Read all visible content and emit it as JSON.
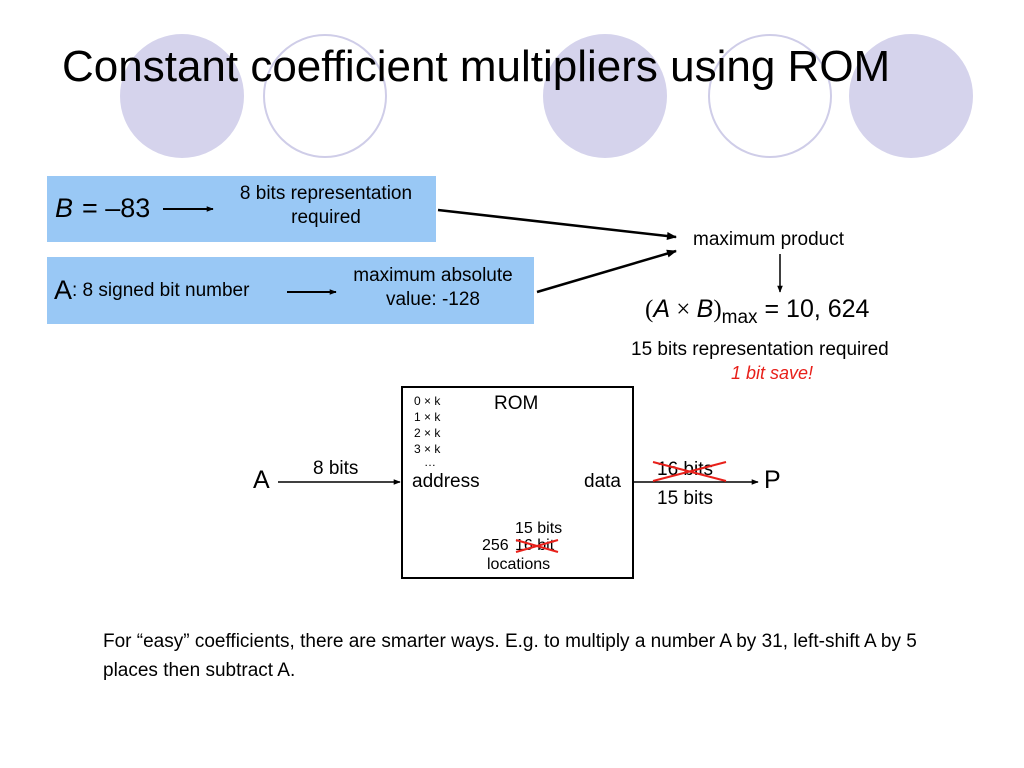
{
  "slide": {
    "title": "Constant coefficient multipliers using ROM",
    "footer": "For “easy” coefficients, there are smarter ways. E.g. to multiply a number A by 31, left-shift A by 5 places then subtract A."
  },
  "b_box": {
    "var": "B",
    "equals": "= –83",
    "note_line1": "8 bits representation",
    "note_line2": "required"
  },
  "a_box": {
    "var": "A",
    "desc": ": 8 signed bit number",
    "note_line1": "maximum absolute",
    "note_line2": "value: -128"
  },
  "product": {
    "label": "maximum product",
    "expr_open": "(",
    "expr_a": "A",
    "expr_times": " × ",
    "expr_b": "B",
    "expr_close": ")",
    "expr_sub": "max",
    "expr_value": " = 10, 624",
    "bits": "15 bits representation required",
    "save": "1 bit save!"
  },
  "rom": {
    "title": "ROM",
    "entries": [
      "0 × k",
      "1 × k",
      "2 × k",
      "3 × k",
      "…"
    ],
    "address": "address",
    "data": "data",
    "input_var": "A",
    "input_bits": "8 bits",
    "output_var": "P",
    "old_output_bits": "16 bits",
    "new_output_bits": "15 bits",
    "new_location_bits": "15 bits",
    "location_count": "256",
    "old_location_bits": "16 bit",
    "locations": "locations"
  },
  "colors": {
    "box_blue": "#99c8f5",
    "decor_fill": "#d5d3ec",
    "decor_ring": "#cfcde8",
    "highlight_red": "#e8201a"
  }
}
